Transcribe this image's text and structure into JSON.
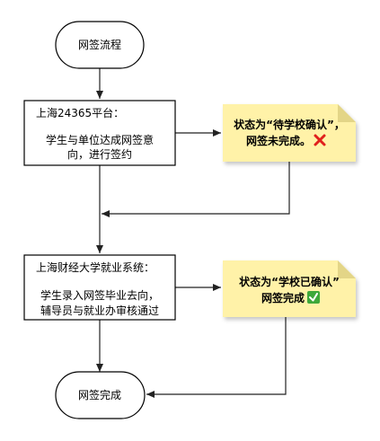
{
  "start": {
    "label": "网签流程"
  },
  "step1": {
    "title": "上海24365平台：",
    "line1": "学生与单位达成网签意",
    "line2": "向，进行签约"
  },
  "note1": {
    "line1": "状态为“待学校确认”，",
    "line2": "网签未完成。",
    "icon": "cross-mark-icon",
    "icon_color": "#e0201c"
  },
  "step2": {
    "title": "上海财经大学就业系统：",
    "line1": "学生录入网签毕业去向，",
    "line2": "辅导员与就业办审核通过"
  },
  "note2": {
    "line1": "状态为“学校已确认”",
    "line2": "网签完成",
    "icon": "check-mark-icon",
    "icon_color": "#3ea83a"
  },
  "end": {
    "label": "网签完成"
  },
  "colors": {
    "note_fill": "#fff2a8",
    "note_fold": "#e3d587",
    "stroke": "#000000",
    "connector": "#222222"
  }
}
